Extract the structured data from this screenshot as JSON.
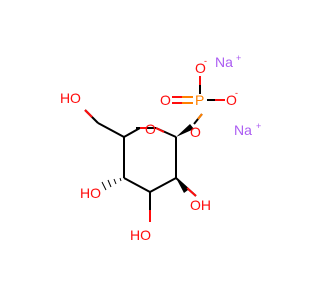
{
  "molecule": {
    "labels": {
      "na1": "Na",
      "na1_charge": "+",
      "na2": "Na",
      "na2_charge": "+",
      "o_phos_top": "O",
      "o_phos_top_charge": "-",
      "o_phos_right": "O",
      "o_phos_right_charge": "-",
      "o_double": "O",
      "p": "P",
      "o_bridge": "O",
      "o_ring": "O",
      "oh_ch2": "OH",
      "h_ch2": "H",
      "o_ch2": "O",
      "oh_c4": "HO",
      "oh_c3": "HO",
      "oh_c2": "OH"
    },
    "colors": {
      "oxygen": "#ff0d0d",
      "phosphorus": "#ff8000",
      "sodium": "#ab5cf2",
      "bond": "#000000"
    }
  }
}
